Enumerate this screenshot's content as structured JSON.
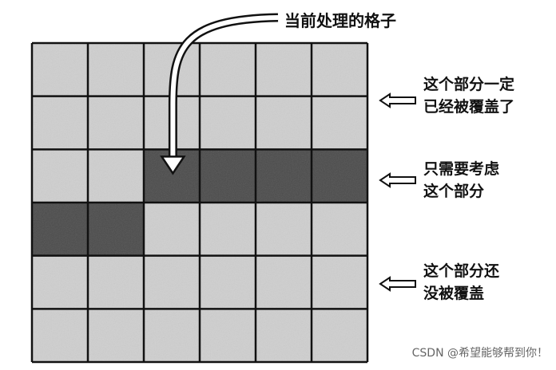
{
  "title": "当前处理的格子",
  "grid": {
    "rows": 6,
    "cols": 6,
    "dark_cells": [
      [
        2,
        2
      ],
      [
        2,
        3
      ],
      [
        2,
        4
      ],
      [
        2,
        5
      ],
      [
        3,
        0
      ],
      [
        3,
        1
      ]
    ],
    "current_cell": [
      2,
      2
    ]
  },
  "annotations": [
    {
      "lines": [
        "这个部分一定",
        "已经被覆盖了"
      ],
      "row": 1
    },
    {
      "lines": [
        "只需要考虑",
        "这个部分"
      ],
      "row": 2
    },
    {
      "lines": [
        "这个部分还",
        "没被覆盖"
      ],
      "row": 4
    }
  ],
  "watermark": "CSDN @希望能够帮到你！",
  "colors": {
    "light_cell": "#cfcfcf",
    "dark_cell": "#4a4a4a",
    "grid_line": "#111111",
    "arrow": "#ffffff"
  },
  "icons": [
    "curved-arrow-icon",
    "left-arrow-icon"
  ]
}
